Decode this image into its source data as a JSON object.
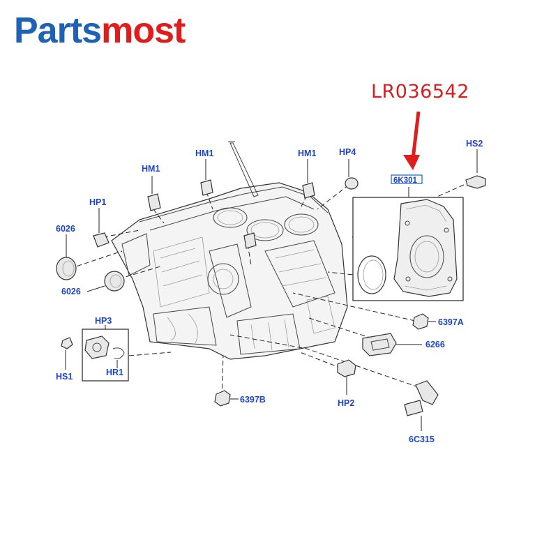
{
  "brand": {
    "name_part1": "Parts",
    "name_part2": "most",
    "color_primary": "#1d62b4",
    "color_accent": "#e01c1c"
  },
  "highlight": {
    "part_number": "LR036542",
    "color": "#d42020"
  },
  "callouts": {
    "hm1_a": "HM1",
    "hm1_b": "HM1",
    "hm1_c": "HM1",
    "hp1": "HP1",
    "hp4": "HP4",
    "hs2": "HS2",
    "k6301": "6K301",
    "c6026_a": "6026",
    "c6026_b": "6026",
    "hp3": "HP3",
    "hs1": "HS1",
    "hr1": "HR1",
    "c6397a": "6397A",
    "c6266": "6266",
    "c6397b": "6397B",
    "hp2": "HP2",
    "c6c315": "6C315"
  },
  "label_color": "#1d45c8"
}
